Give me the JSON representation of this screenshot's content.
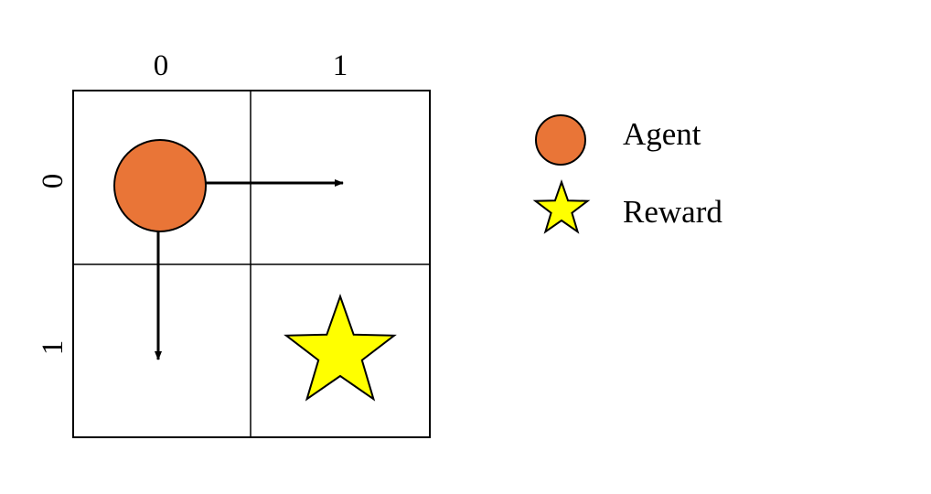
{
  "grid": {
    "column_labels": [
      "0",
      "1"
    ],
    "row_labels": [
      "0",
      "1"
    ]
  },
  "agent": {
    "cell": [
      0,
      0
    ],
    "color": "#E97537",
    "actions": [
      "right",
      "down"
    ]
  },
  "reward": {
    "cell": [
      1,
      1
    ],
    "color": "#FFFF00"
  },
  "legend": {
    "agent_label": "Agent",
    "reward_label": "Reward"
  },
  "colors": {
    "stroke": "#000000",
    "background": "#FFFFFF"
  },
  "icons": {
    "agent": "circle-icon",
    "reward": "star-icon",
    "action": "arrow-icon"
  }
}
